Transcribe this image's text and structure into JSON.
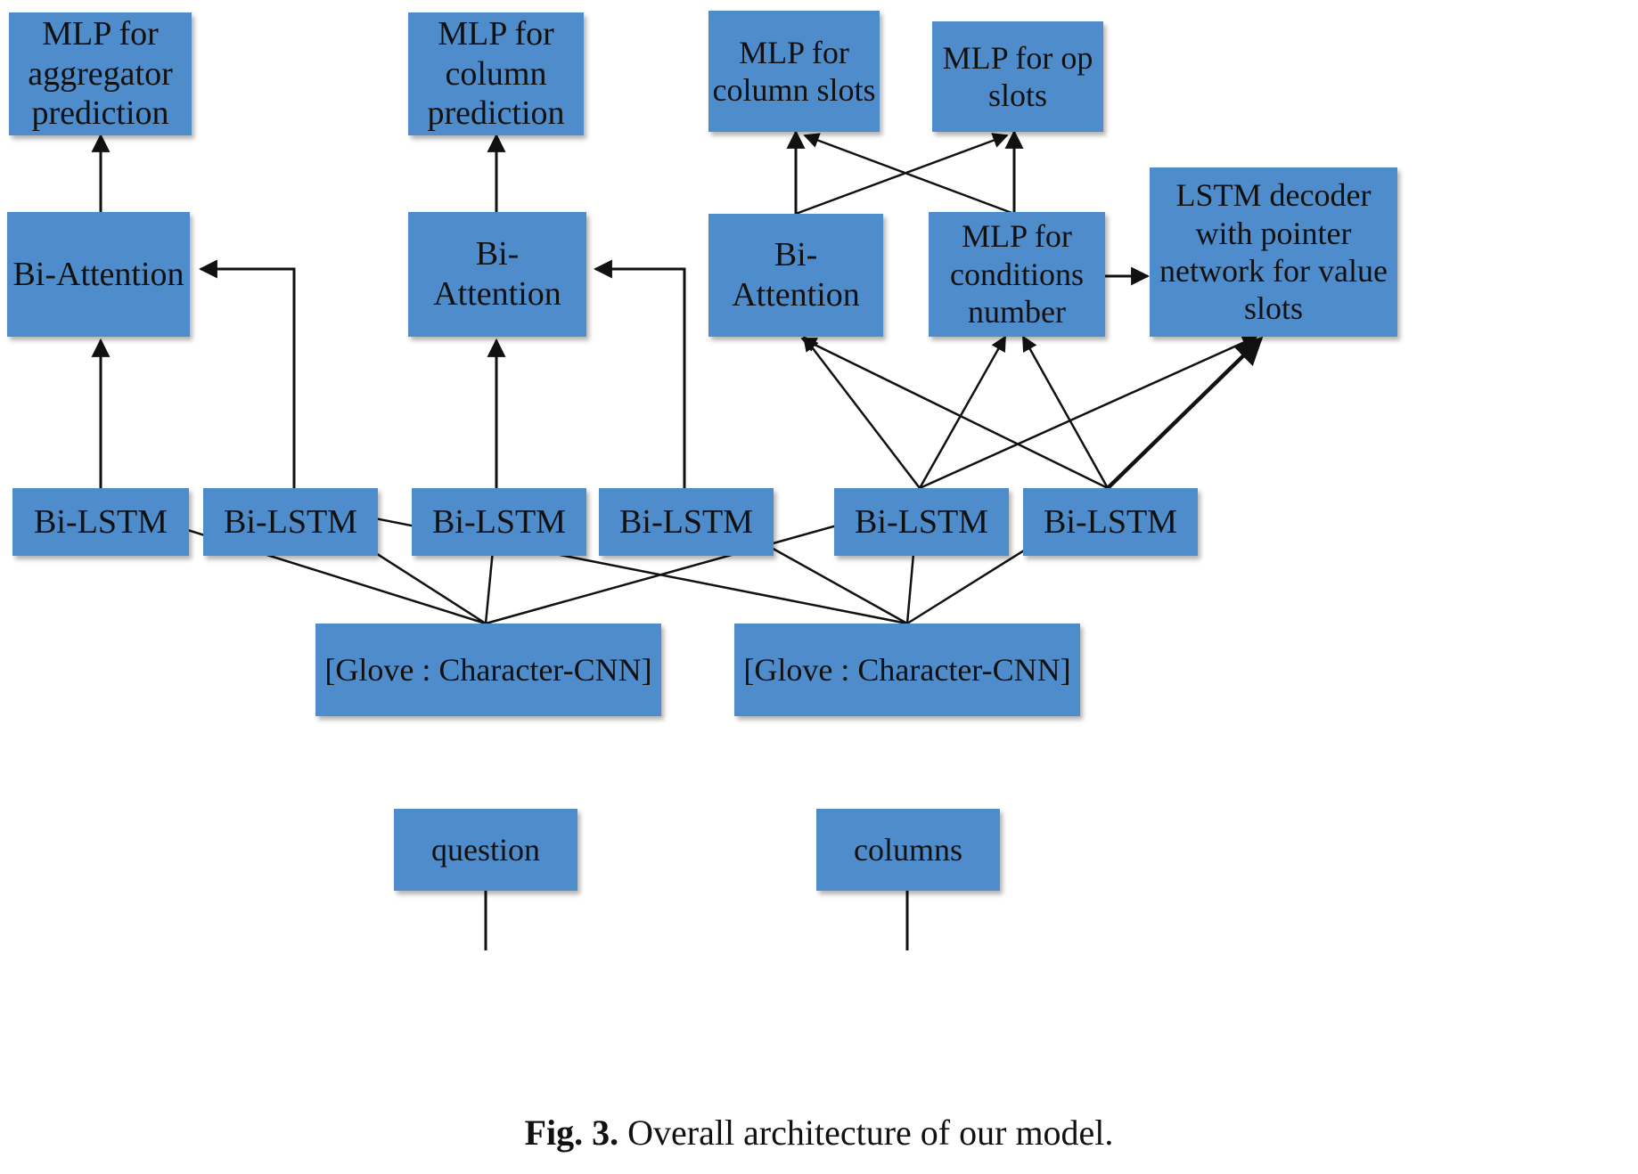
{
  "figure": {
    "caption_label": "Fig. 3.",
    "caption_text": "Overall architecture of our model.",
    "node_fill": "#4E8CCB",
    "edge_color": "#1a1a1a",
    "background": "#ffffff"
  },
  "nodes": {
    "mlp_aggregator": "MLP for aggregator prediction",
    "mlp_column_prediction": "MLP for column prediction",
    "mlp_column_slots": "MLP for column slots",
    "mlp_op_slots": "MLP for op slots",
    "lstm_decoder": "LSTM decoder with pointer network for value slots",
    "bi_attention_1": "Bi-Attention",
    "bi_attention_2": "Bi-Attention",
    "bi_attention_3": "Bi-Attention",
    "mlp_conditions_number": "MLP for conditions number",
    "bi_lstm_1": "Bi-LSTM",
    "bi_lstm_2": "Bi-LSTM",
    "bi_lstm_3": "Bi-LSTM",
    "bi_lstm_4": "Bi-LSTM",
    "bi_lstm_5": "Bi-LSTM",
    "bi_lstm_6": "Bi-LSTM",
    "embedding_left": "[Glove : Character-CNN]",
    "embedding_right": "[Glove : Character-CNN]",
    "input_question": "question",
    "input_columns": "columns"
  },
  "edges": [
    {
      "from": "bi_attention_1",
      "to": "mlp_aggregator"
    },
    {
      "from": "bi_lstm_1",
      "to": "bi_attention_1"
    },
    {
      "from": "bi_lstm_2",
      "to": "bi_attention_1"
    },
    {
      "from": "bi_attention_2",
      "to": "mlp_column_prediction"
    },
    {
      "from": "bi_lstm_3",
      "to": "bi_attention_2"
    },
    {
      "from": "bi_lstm_4",
      "to": "bi_attention_2"
    },
    {
      "from": "bi_attention_3",
      "to": "mlp_column_slots"
    },
    {
      "from": "bi_attention_3",
      "to": "mlp_op_slots"
    },
    {
      "from": "mlp_conditions_number",
      "to": "mlp_column_slots"
    },
    {
      "from": "mlp_conditions_number",
      "to": "mlp_op_slots"
    },
    {
      "from": "mlp_conditions_number",
      "to": "lstm_decoder"
    },
    {
      "from": "bi_lstm_5",
      "to": "bi_attention_3"
    },
    {
      "from": "bi_lstm_5",
      "to": "mlp_conditions_number"
    },
    {
      "from": "bi_lstm_5",
      "to": "lstm_decoder"
    },
    {
      "from": "bi_lstm_6",
      "to": "bi_attention_3"
    },
    {
      "from": "bi_lstm_6",
      "to": "mlp_conditions_number"
    },
    {
      "from": "bi_lstm_6",
      "to": "lstm_decoder"
    },
    {
      "from": "embedding_left",
      "to": "bi_lstm_1"
    },
    {
      "from": "embedding_left",
      "to": "bi_lstm_2"
    },
    {
      "from": "embedding_left",
      "to": "bi_lstm_3"
    },
    {
      "from": "embedding_left",
      "to": "bi_lstm_5"
    },
    {
      "from": "embedding_right",
      "to": "bi_lstm_2"
    },
    {
      "from": "embedding_right",
      "to": "bi_lstm_4"
    },
    {
      "from": "embedding_right",
      "to": "bi_lstm_5"
    },
    {
      "from": "embedding_right",
      "to": "bi_lstm_6"
    },
    {
      "from": "input_question",
      "to": "embedding_left"
    },
    {
      "from": "input_columns",
      "to": "embedding_right"
    }
  ]
}
